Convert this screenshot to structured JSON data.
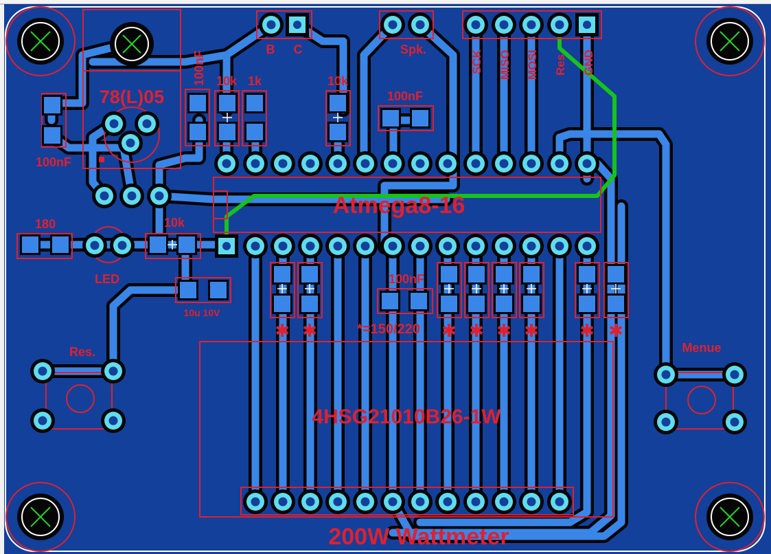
{
  "colors": {
    "board": "#13409a",
    "copper": "#3a86e8",
    "pad_ring": "#62dcec",
    "silk": "#e02030",
    "jumper": "#17c21b",
    "mount_cross": "#28d428"
  },
  "labels": {
    "reg": "78(L)05",
    "mcu": "Atmega8-16",
    "display": "4HSG21010B26-1W",
    "title": "200W Wattmeter",
    "c_100nf_left": "100nF",
    "c_100nf_vert": "100nF",
    "r_10k_a": "10k",
    "r_1k": "1k",
    "r_10k_b": "10k",
    "c_100nf_mid": "100nF",
    "c_100nf_low": "100nF",
    "r_180": "180",
    "led": "LED",
    "r_10k_c": "10k",
    "cap_10u": "10u 10V",
    "btn_res": "Res.",
    "btn_menue": "Menue",
    "note": "*=150/220",
    "pin_b": "B",
    "pin_c": "C",
    "spk": "Spk.",
    "sck": "SCK",
    "miso": "MISO",
    "mosi": "MOSI",
    "res": "Res",
    "gnd": "GND"
  },
  "icons": {
    "mount_hole": "mounting-hole-cross-icon",
    "star": "asterisk-marker-icon"
  }
}
